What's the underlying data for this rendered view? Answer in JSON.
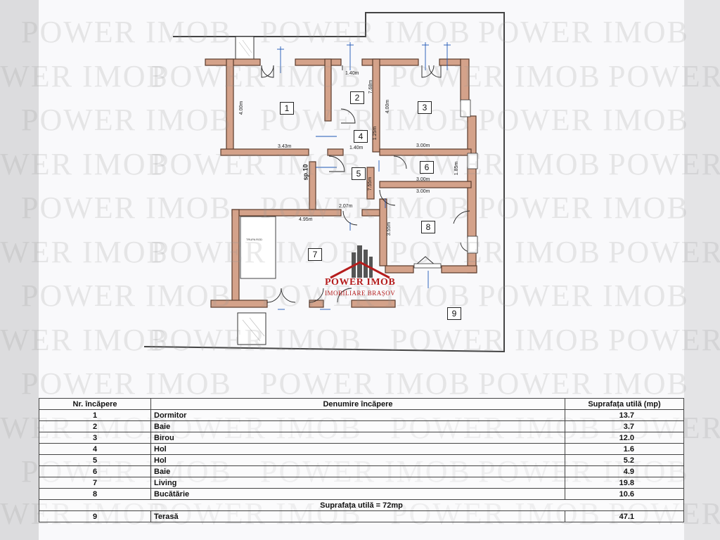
{
  "watermark": "POWER IMOB",
  "brand": {
    "name": "POWER IMOB",
    "tagline": "IMOBILIARE BRAȘOV",
    "color": "#b51d1d"
  },
  "colors": {
    "wall": "#d4a28a",
    "wall_dark": "#5a3b2c",
    "door_accent": "#1d56b5"
  },
  "plan": {
    "room_numbers": [
      "1",
      "2",
      "3",
      "4",
      "5",
      "6",
      "7",
      "8",
      "9"
    ],
    "dimensions": [
      "4.00m",
      "3.43m",
      "1.40m",
      "7.68m",
      "4.00m",
      "1.40m",
      "1.25m",
      "3.00m",
      "3.00m",
      "3.00m",
      "1.85m",
      "7.55m",
      "2.07m",
      "4.95m",
      "3.55m",
      "sp.10"
    ]
  },
  "table": {
    "headers": {
      "nr": "Nr. încăpere",
      "name": "Denumire încăpere",
      "area": "Suprafața utilă (mp)"
    },
    "rows": [
      {
        "nr": "1",
        "name": "Dormitor",
        "area": "13.7"
      },
      {
        "nr": "2",
        "name": "Baie",
        "area": "3.7"
      },
      {
        "nr": "3",
        "name": "Birou",
        "area": "12.0"
      },
      {
        "nr": "4",
        "name": "Hol",
        "area": "1.6"
      },
      {
        "nr": "5",
        "name": "Hol",
        "area": "5.2"
      },
      {
        "nr": "6",
        "name": "Baie",
        "area": "4.9"
      },
      {
        "nr": "7",
        "name": "Living",
        "area": "19.8"
      },
      {
        "nr": "8",
        "name": "Bucătărie",
        "area": "10.6"
      }
    ],
    "summary": "Suprafața utilă = 72mp",
    "extra_row": {
      "nr": "9",
      "name": "Terasă",
      "area": "47.1"
    }
  }
}
